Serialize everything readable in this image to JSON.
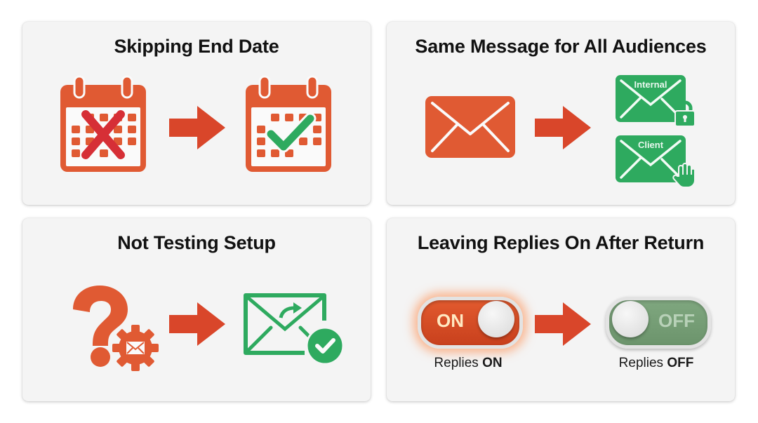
{
  "colors": {
    "orange": "#e05a33",
    "arrow": "#d9462a",
    "red_x": "#d62f36",
    "green": "#2eaa5f",
    "toggle_on": "#d44b25",
    "toggle_off": "#7a9f7a",
    "card_bg": "#f4f4f4",
    "text": "#111111"
  },
  "cards": [
    {
      "title": "Skipping End Date",
      "from_icon": "calendar-x-icon",
      "arrow_icon": "arrow-right-icon",
      "to_icon": "calendar-check-icon"
    },
    {
      "title": "Same Message for All Audiences",
      "from_icon": "envelope-icon",
      "arrow_icon": "arrow-right-icon",
      "to_items": [
        {
          "label": "Internal",
          "icon": "envelope-icon",
          "badge_icon": "lock-icon"
        },
        {
          "label": "Client",
          "icon": "envelope-icon",
          "badge_icon": "hand-icon"
        }
      ]
    },
    {
      "title": "Not Testing Setup",
      "from_icon": "question-gear-envelope-icon",
      "arrow_icon": "arrow-right-icon",
      "to_icon": "envelope-forward-check-icon"
    },
    {
      "title": "Leaving Replies On After Return",
      "arrow_icon": "arrow-right-icon",
      "from_toggle": {
        "state_text": "ON",
        "caption_prefix": "Replies ",
        "caption_state": "ON"
      },
      "to_toggle": {
        "state_text": "OFF",
        "caption_prefix": "Replies ",
        "caption_state": "OFF"
      }
    }
  ]
}
